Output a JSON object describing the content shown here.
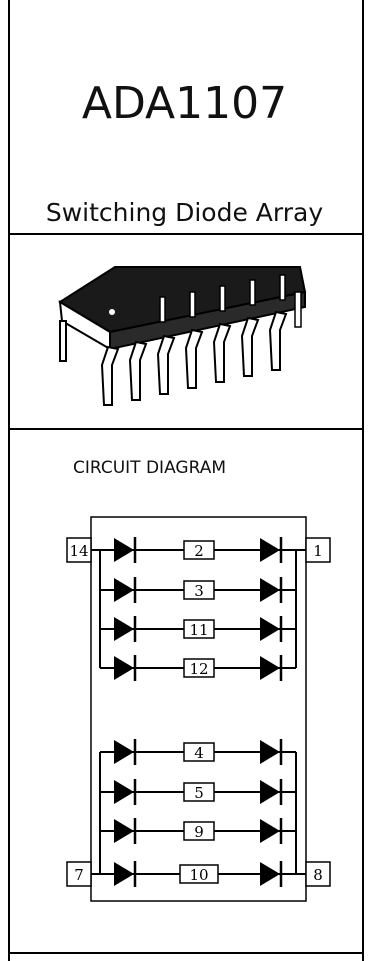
{
  "header": {
    "part_number": "ADA1107",
    "description": "Switching Diode Array"
  },
  "diagram": {
    "heading": "CIRCUIT DIAGRAM",
    "left_pin_top": "14",
    "right_pin_top": "1",
    "left_pin_bottom": "7",
    "right_pin_bottom": "8",
    "center_pins_upper": [
      "2",
      "3",
      "11",
      "12"
    ],
    "center_pins_lower": [
      "4",
      "5",
      "9",
      "10"
    ]
  }
}
